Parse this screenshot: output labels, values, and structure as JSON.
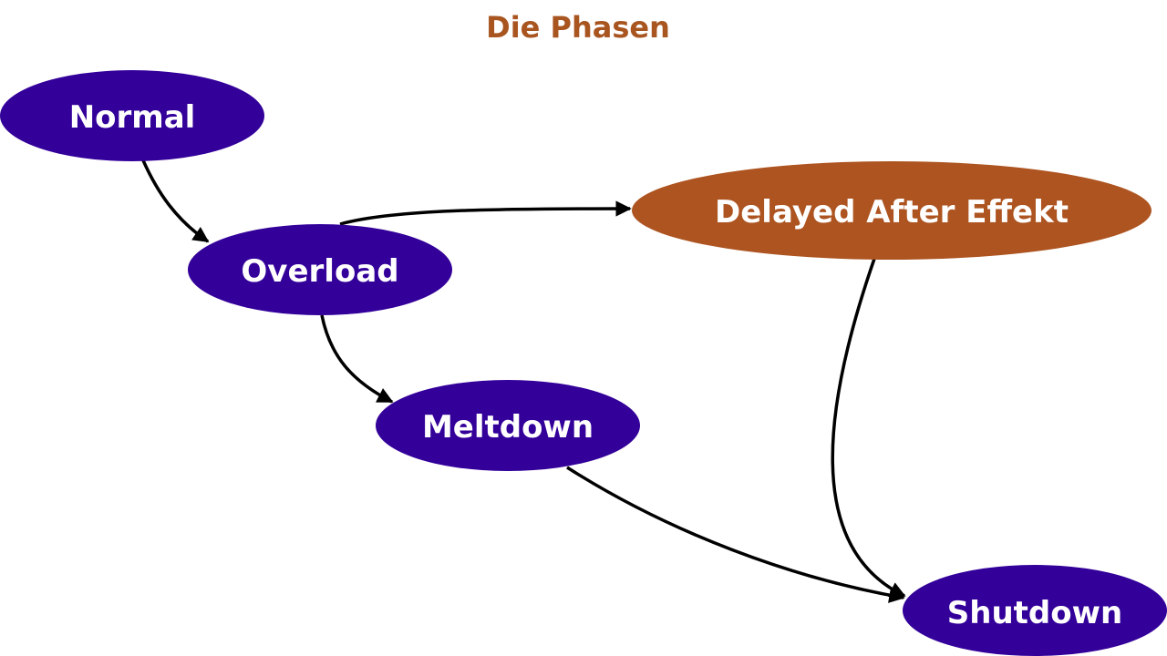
{
  "title": "Die Phasen",
  "colors": {
    "title": "#a85520",
    "phase": "#33009a",
    "highlight": "#ad5420",
    "edge": "#000000",
    "label": "#ffffff"
  },
  "nodes": {
    "normal": {
      "label": "Normal",
      "color": "phase"
    },
    "overload": {
      "label": "Overload",
      "color": "phase"
    },
    "meltdown": {
      "label": "Meltdown",
      "color": "phase"
    },
    "delayed": {
      "label": "Delayed After Effekt",
      "color": "highlight"
    },
    "shutdown": {
      "label": "Shutdown",
      "color": "phase"
    }
  },
  "edges": [
    {
      "from": "normal",
      "to": "overload"
    },
    {
      "from": "overload",
      "to": "delayed"
    },
    {
      "from": "overload",
      "to": "meltdown"
    },
    {
      "from": "meltdown",
      "to": "shutdown"
    },
    {
      "from": "delayed",
      "to": "shutdown"
    }
  ]
}
